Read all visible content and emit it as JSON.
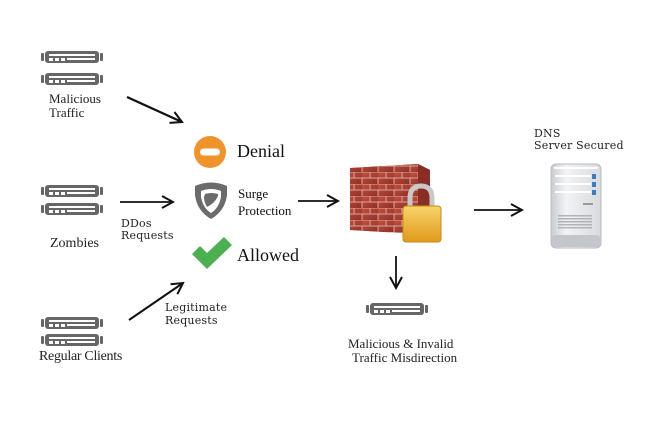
{
  "diagram": {
    "title": "DNS DDoS protection flow",
    "sources": [
      {
        "id": "malicious",
        "label_line1": "Malicious",
        "label_line2": "Traffic",
        "icon": "rack-server-icon"
      },
      {
        "id": "zombies",
        "label_line1": "Zombies",
        "label_line2": "",
        "icon": "rack-server-icon"
      },
      {
        "id": "regular",
        "label_line1": "Regular Clients",
        "label_line2": "",
        "icon": "rack-server-icon"
      }
    ],
    "edge_labels": {
      "ddos_line1": "DDos",
      "ddos_line2": "Requests",
      "legit_line1": "Legitimate",
      "legit_line2": "Requests"
    },
    "filters": [
      {
        "id": "denial",
        "label": "Denial",
        "icon": "no-entry-icon",
        "color": "#F0932B"
      },
      {
        "id": "surge",
        "label_line1": "Surge",
        "label_line2": "Protection",
        "icon": "shield-icon",
        "color": "#6B6B6B"
      },
      {
        "id": "allowed",
        "label": "Allowed",
        "icon": "checkmark-icon",
        "color": "#4CAF50"
      }
    ],
    "firewall": {
      "icon": "firewall-lock-icon",
      "brick_color": "#B5443A",
      "lock_color": "#F2B632"
    },
    "misdirection": {
      "label_line1": "Malicious & Invalid",
      "label_line2": "Traffic Misdirection",
      "icon": "rack-server-icon"
    },
    "target": {
      "label_line1": "DNS",
      "label_line2": "Server Secured",
      "icon": "tower-server-icon"
    }
  }
}
